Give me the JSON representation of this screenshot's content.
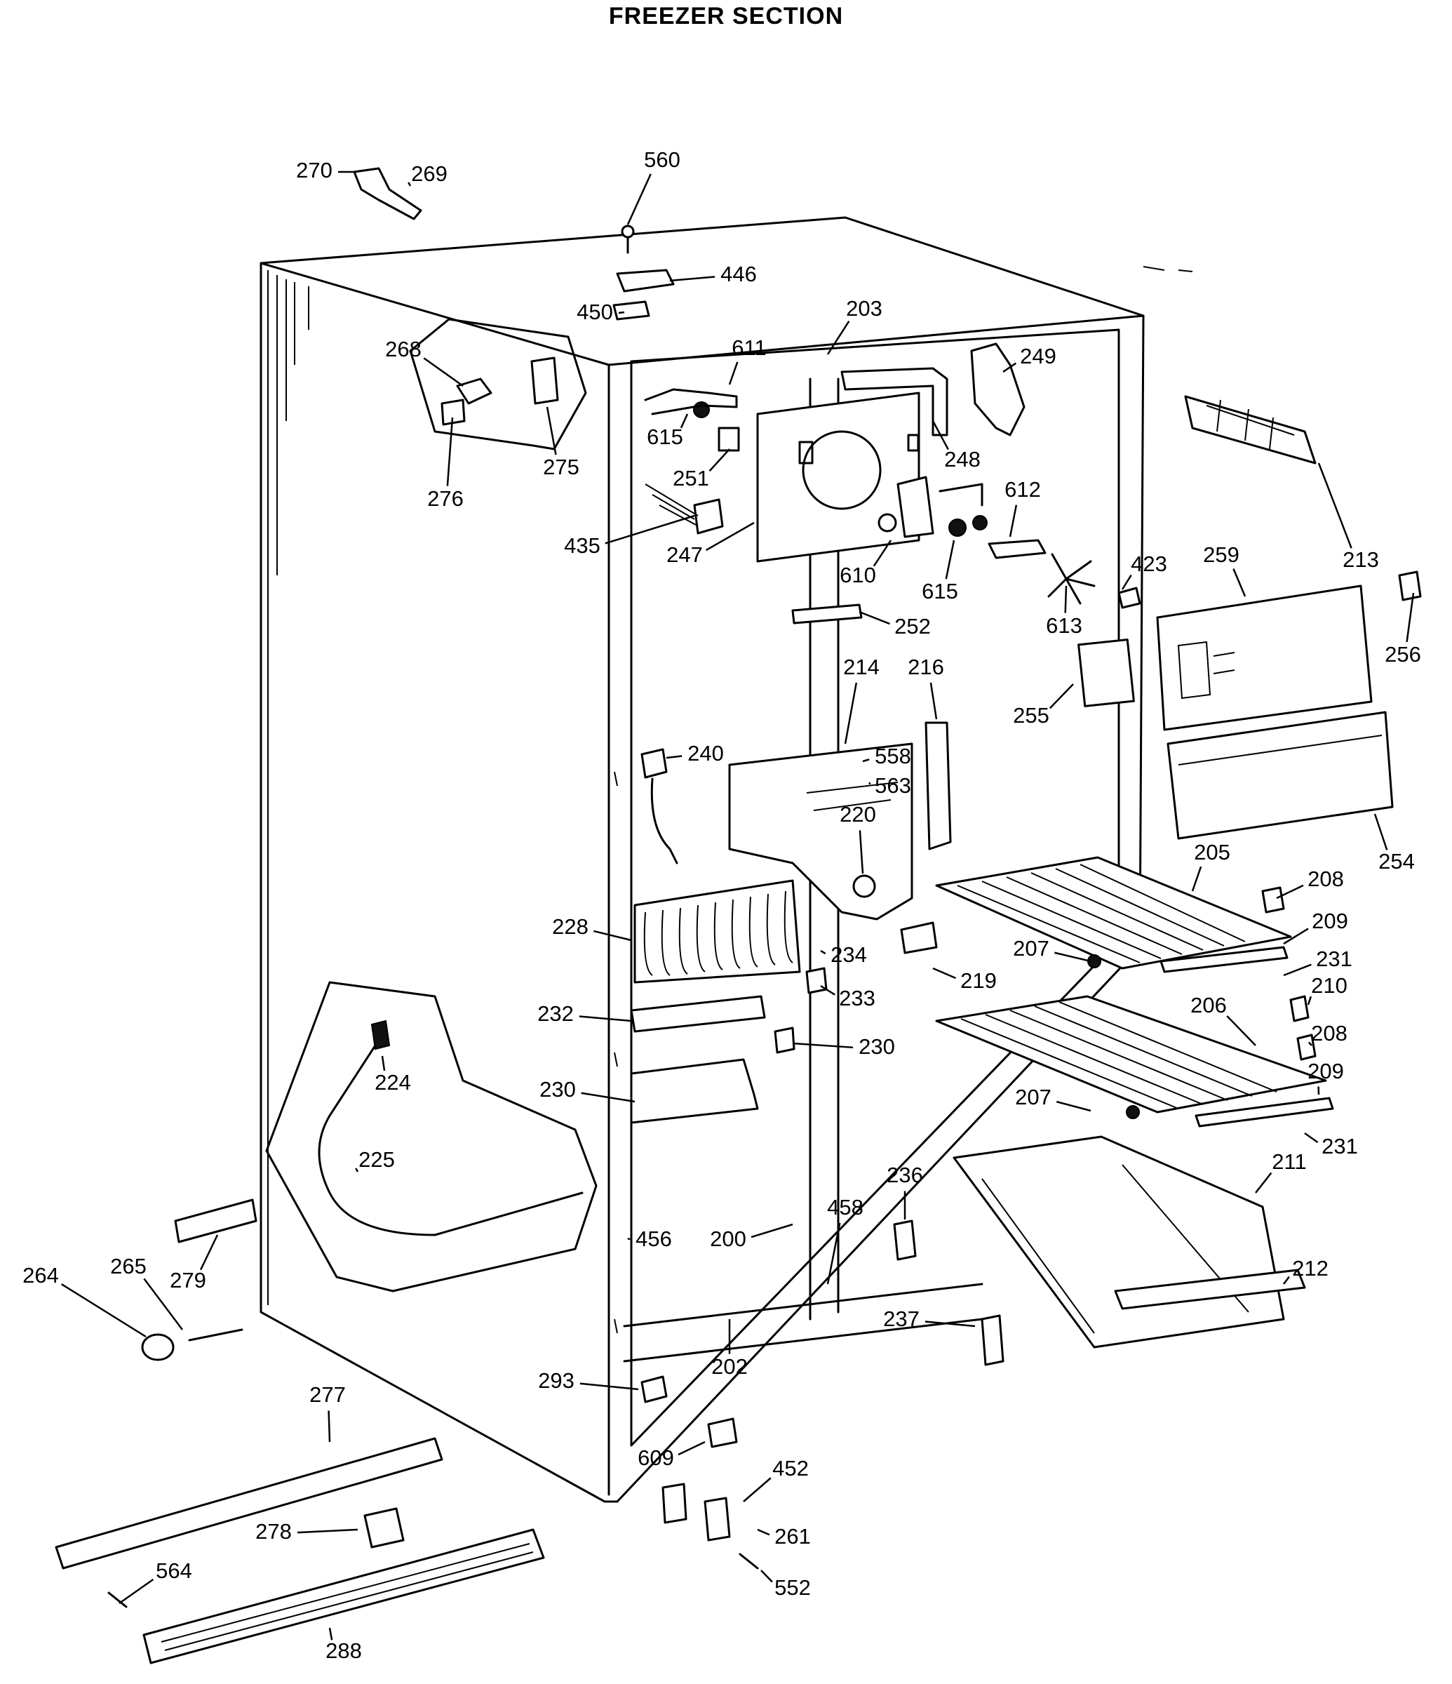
{
  "title": "FREEZER SECTION",
  "parts": [
    {
      "id": "270",
      "name": "part-270"
    },
    {
      "id": "269",
      "name": "part-269"
    },
    {
      "id": "560",
      "name": "part-560"
    },
    {
      "id": "446",
      "name": "part-446"
    },
    {
      "id": "450",
      "name": "part-450"
    },
    {
      "id": "611",
      "name": "part-611"
    },
    {
      "id": "203",
      "name": "part-203"
    },
    {
      "id": "268",
      "name": "part-268"
    },
    {
      "id": "249",
      "name": "part-249"
    },
    {
      "id": "615",
      "name": "part-615-a"
    },
    {
      "id": "248",
      "name": "part-248"
    },
    {
      "id": "213",
      "name": "part-213"
    },
    {
      "id": "276",
      "name": "part-276"
    },
    {
      "id": "275",
      "name": "part-275"
    },
    {
      "id": "251",
      "name": "part-251"
    },
    {
      "id": "612",
      "name": "part-612"
    },
    {
      "id": "435",
      "name": "part-435"
    },
    {
      "id": "247",
      "name": "part-247"
    },
    {
      "id": "610",
      "name": "part-610"
    },
    {
      "id": "615",
      "name": "part-615-b"
    },
    {
      "id": "423",
      "name": "part-423"
    },
    {
      "id": "259",
      "name": "part-259"
    },
    {
      "id": "613",
      "name": "part-613"
    },
    {
      "id": "252",
      "name": "part-252"
    },
    {
      "id": "256",
      "name": "part-256"
    },
    {
      "id": "214",
      "name": "part-214"
    },
    {
      "id": "216",
      "name": "part-216"
    },
    {
      "id": "255",
      "name": "part-255"
    },
    {
      "id": "240",
      "name": "part-240"
    },
    {
      "id": "558",
      "name": "part-558"
    },
    {
      "id": "563",
      "name": "part-563"
    },
    {
      "id": "220",
      "name": "part-220"
    },
    {
      "id": "254",
      "name": "part-254"
    },
    {
      "id": "205",
      "name": "part-205"
    },
    {
      "id": "208",
      "name": "part-208-a"
    },
    {
      "id": "228",
      "name": "part-228"
    },
    {
      "id": "209",
      "name": "part-209-a"
    },
    {
      "id": "234",
      "name": "part-234"
    },
    {
      "id": "207",
      "name": "part-207-a"
    },
    {
      "id": "231",
      "name": "part-231-a"
    },
    {
      "id": "219",
      "name": "part-219"
    },
    {
      "id": "233",
      "name": "part-233"
    },
    {
      "id": "210",
      "name": "part-210"
    },
    {
      "id": "232",
      "name": "part-232"
    },
    {
      "id": "206",
      "name": "part-206"
    },
    {
      "id": "208",
      "name": "part-208-b"
    },
    {
      "id": "230",
      "name": "part-230-a"
    },
    {
      "id": "224",
      "name": "part-224"
    },
    {
      "id": "209",
      "name": "part-209-b"
    },
    {
      "id": "230",
      "name": "part-230-b"
    },
    {
      "id": "207",
      "name": "part-207-b"
    },
    {
      "id": "231",
      "name": "part-231-b"
    },
    {
      "id": "225",
      "name": "part-225"
    },
    {
      "id": "236",
      "name": "part-236"
    },
    {
      "id": "211",
      "name": "part-211"
    },
    {
      "id": "458",
      "name": "part-458"
    },
    {
      "id": "456",
      "name": "part-456"
    },
    {
      "id": "200",
      "name": "part-200"
    },
    {
      "id": "264",
      "name": "part-264"
    },
    {
      "id": "265",
      "name": "part-265"
    },
    {
      "id": "279",
      "name": "part-279"
    },
    {
      "id": "212",
      "name": "part-212"
    },
    {
      "id": "237",
      "name": "part-237"
    },
    {
      "id": "202",
      "name": "part-202"
    },
    {
      "id": "293",
      "name": "part-293"
    },
    {
      "id": "277",
      "name": "part-277"
    },
    {
      "id": "609",
      "name": "part-609"
    },
    {
      "id": "452",
      "name": "part-452"
    },
    {
      "id": "278",
      "name": "part-278"
    },
    {
      "id": "261",
      "name": "part-261"
    },
    {
      "id": "564",
      "name": "part-564"
    },
    {
      "id": "552",
      "name": "part-552"
    },
    {
      "id": "288",
      "name": "part-288"
    }
  ]
}
